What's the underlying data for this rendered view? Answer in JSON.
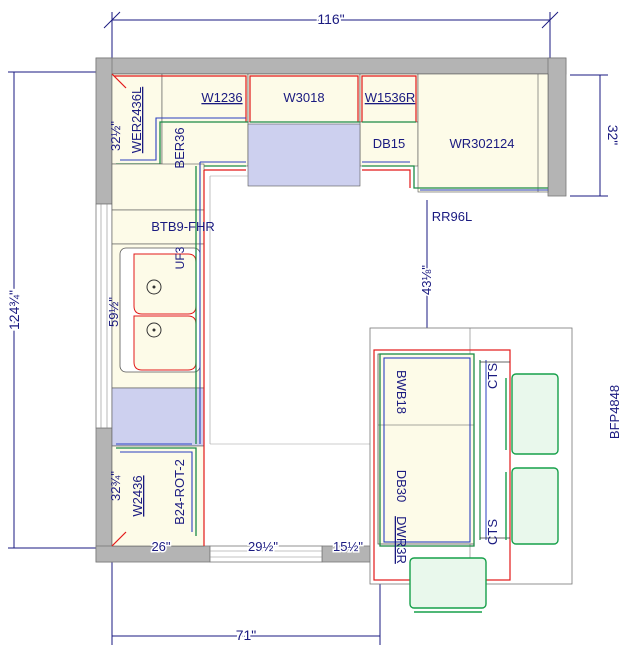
{
  "dimensions": {
    "top_width": "116\"",
    "right_depth": "32\"",
    "left_height": "124¾\"",
    "bottom_width": "71\"",
    "upper_left_depth": "32½\"",
    "lower_left_depth": "32¾\"",
    "sink_center": "59½\"",
    "island_clearance": "43⅛\"",
    "bottom_seg_1": "26\"",
    "bottom_seg_2": "29½\"",
    "bottom_seg_3": "15½\""
  },
  "cabinets": {
    "wer2436l": "WER2436L",
    "w1236": "W1236",
    "w3018": "W3018",
    "w1536r": "W1536R",
    "ber36": "BER36",
    "db15": "DB15",
    "wr302124": "WR302124",
    "rr96l": "RR96L",
    "btb9fhr": "BTB9-FHR",
    "uf3": "UF3",
    "w2436": "W2436",
    "b24rot2": "B24-ROT-2",
    "bwb18": "BWB18",
    "db30": "DB30",
    "dwr3r": "DWR3R",
    "cts_top": "CTS",
    "cts_bottom": "CTS",
    "bfp4848": "BFP4848"
  },
  "colors": {
    "dimension": "#1a1a80",
    "wall": "#b4b4b4",
    "cabinet_fill": "#fdfbe8",
    "range_fill": "#cdd0ef",
    "red_line": "#e21818",
    "green_line": "#1c8a45",
    "blue_line": "#2a3fc0",
    "chair_fill": "#e9f8ec",
    "chair_stroke": "#16a04a"
  }
}
